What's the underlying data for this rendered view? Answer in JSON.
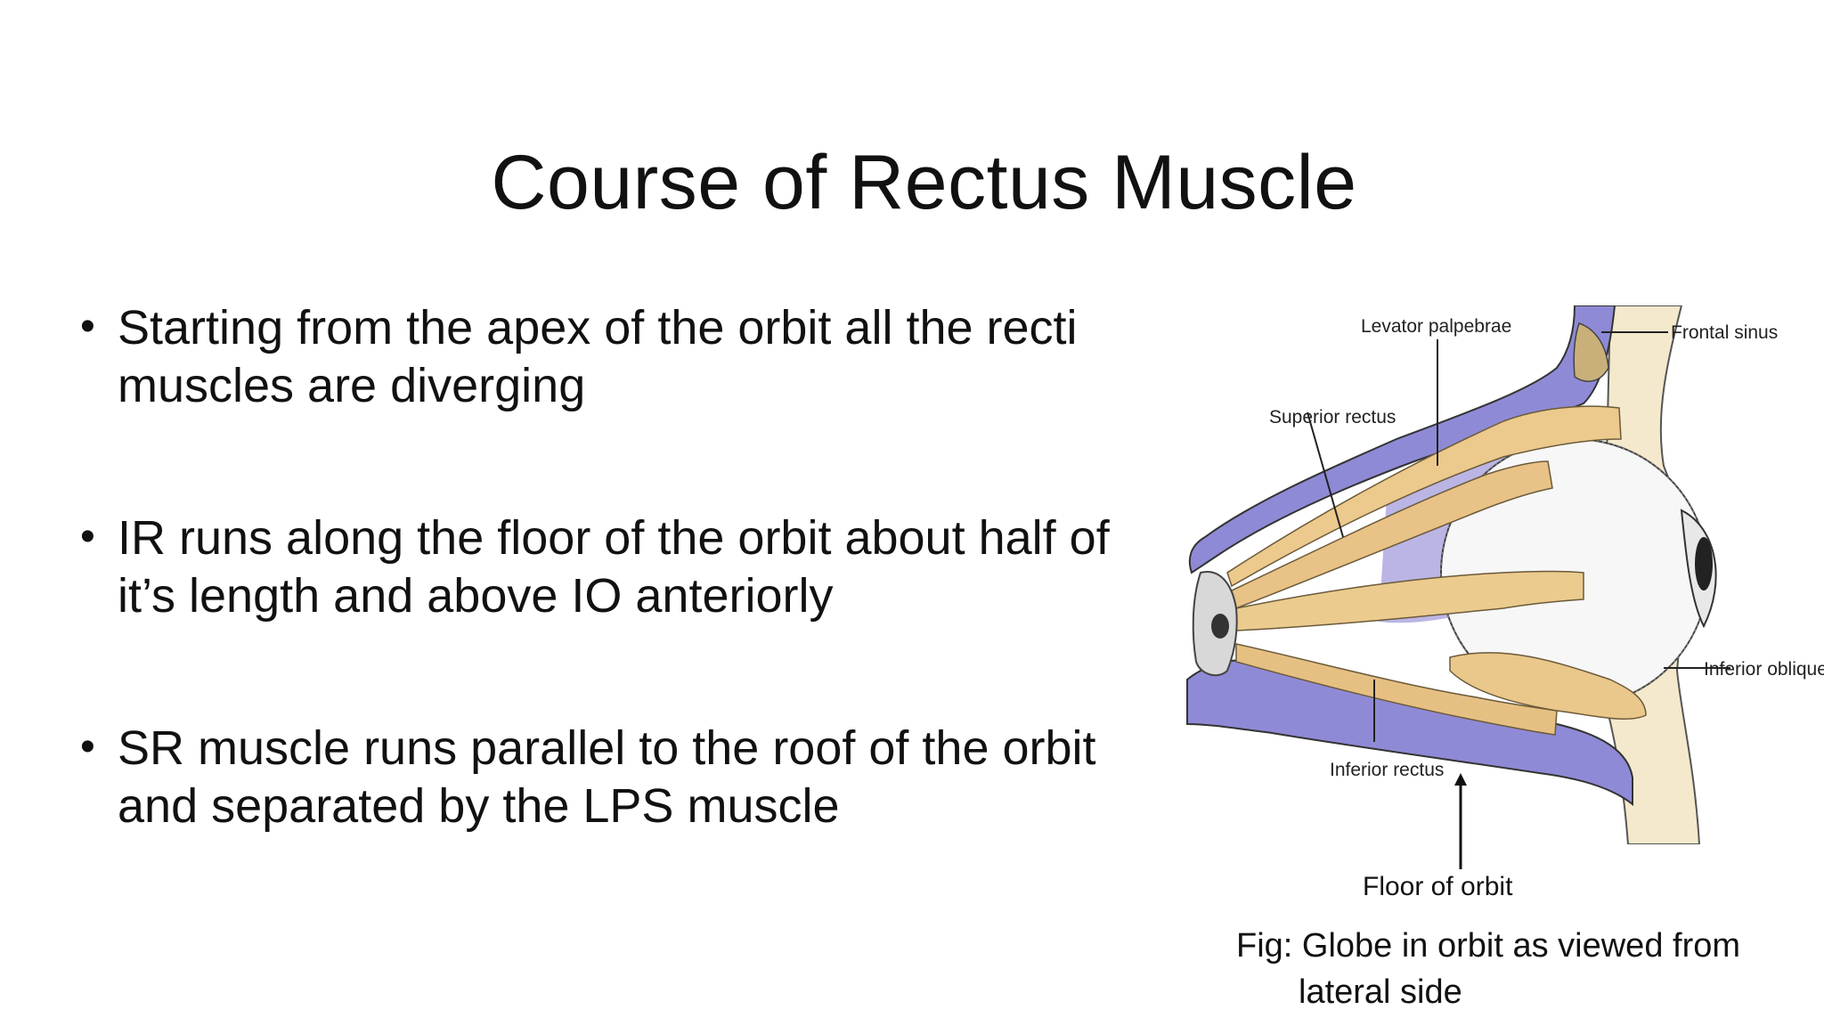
{
  "slide": {
    "title": "Course of Rectus Muscle",
    "bullets": [
      "Starting from the apex of the orbit all the recti muscles are diverging",
      "IR runs along the floor of the orbit about half of it’s length and above IO anteriorly",
      "SR muscle runs parallel to the roof of the orbit and separated by the LPS muscle"
    ]
  },
  "figure": {
    "labels": {
      "levator": "Levator palpebrae",
      "frontal": "Frontal sinus",
      "superior_rectus": "Superior rectus",
      "inferior_oblique": "Inferior oblique",
      "inferior_rectus": "Inferior rectus"
    },
    "floor_label": "Floor of orbit",
    "caption_line1": "Fig: Globe in orbit as viewed from",
    "caption_line2": "lateral side"
  }
}
